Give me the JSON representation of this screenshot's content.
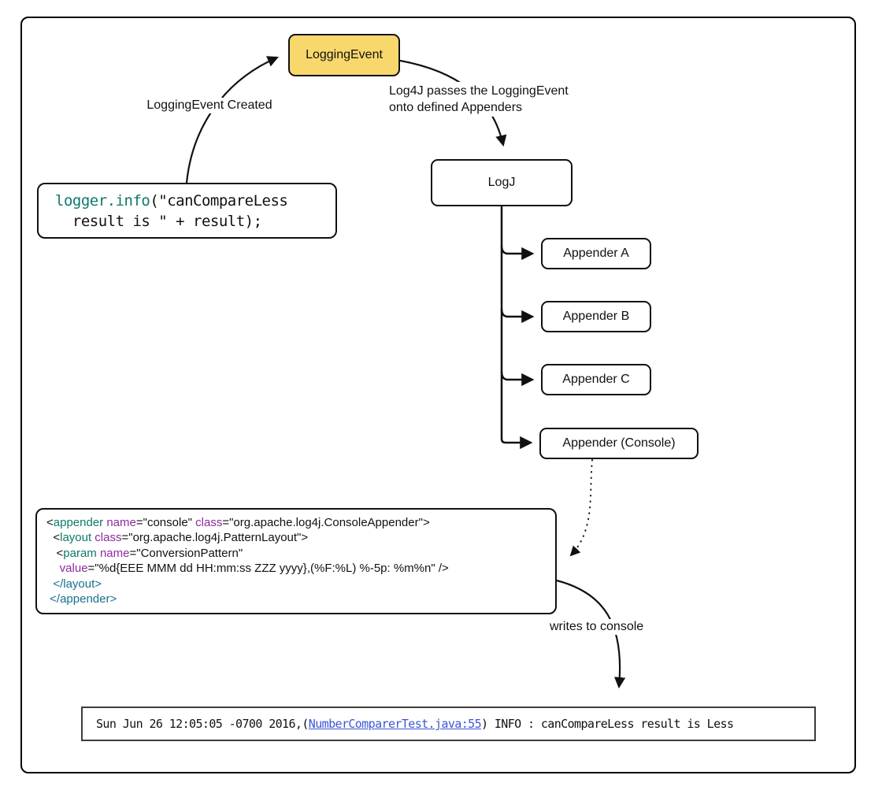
{
  "colors": {
    "node_yellow": "#f8d76c",
    "tag_teal": "#0d7a68",
    "attr_purple": "#8f2b9e",
    "close_blue": "#17718f",
    "code_teal": "#0d7a68",
    "link_blue": "#3c55d8",
    "line_black": "#111111"
  },
  "nodes": {
    "logging_event": "LoggingEvent",
    "logj": "LogJ",
    "appender_a": "Appender A",
    "appender_b": "Appender B",
    "appender_c": "Appender C",
    "appender_console": "Appender (Console)"
  },
  "annotations": {
    "created": "LoggingEvent Created",
    "passes_line1": "Log4J passes the LoggingEvent",
    "passes_line2": "onto defined Appenders",
    "writes": "writes to console"
  },
  "code": {
    "method": "logger.info",
    "rest1": "(\"canCompareLess",
    "line2": "  result is \" + result);"
  },
  "xml": {
    "l1": {
      "b": "<",
      "tag": "appender",
      "a1": " name",
      "v1": "=\"console\"",
      "a2": " class",
      "v2": "=\"org.apache.log4j.ConsoleAppender\"",
      "e": ">"
    },
    "l2": {
      "b": "  <",
      "tag": "layout",
      "a1": " class",
      "v1": "=\"org.apache.log4j.PatternLayout\"",
      "e": ">"
    },
    "l3": {
      "b": "   <",
      "tag": "param",
      "a1": " name",
      "v1": "=\"ConversionPattern\""
    },
    "l4": {
      "sp": "    ",
      "a1": "value",
      "v1": "=\"%d{EEE MMM dd HH:mm:ss ZZZ yyyy},(%F:%L) %-5p: %m%n\" />"
    },
    "l5": {
      "c": "  </layout>"
    },
    "l6": {
      "c": " </appender>"
    }
  },
  "console_output": {
    "prefix": "Sun Jun 26 12:05:05 -0700 2016,(",
    "link": "NumberComparerTest.java:55",
    "suffix": ") INFO : canCompareLess result is Less"
  }
}
